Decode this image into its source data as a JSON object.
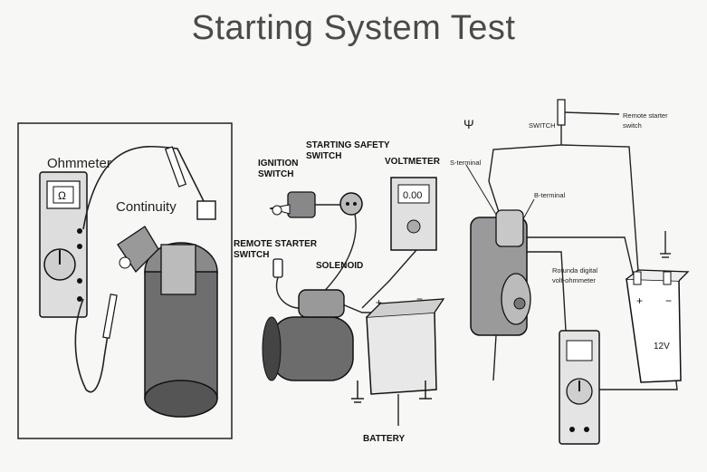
{
  "title": "Starting System Test",
  "left_panel": {
    "ohmmeter_label": "Ohmmeter",
    "continuity_label": "Continuity",
    "meter_symbol": "Ω"
  },
  "center_panel": {
    "ignition_switch_label": [
      "IGNITION",
      "SWITCH"
    ],
    "starting_safety_switch_label": [
      "STARTING SAFETY",
      "SWITCH"
    ],
    "voltmeter_label": "VOLTMETER",
    "voltmeter_display": "0.00",
    "remote_starter_switch_label": [
      "REMOTE STARTER",
      "SWITCH"
    ],
    "solenoid_label": "SOLENOID",
    "battery_label": "BATTERY",
    "battery_pos": "+",
    "battery_neg": "−"
  },
  "right_panel": {
    "switch_label": "SWITCH",
    "remote_starter_switch_label": [
      "Remote starter",
      "switch"
    ],
    "s_terminal_label": "S-terminal",
    "b_terminal_label": "B-terminal",
    "meter_label": [
      "Rotunda digital",
      "volt-ohmmeter"
    ],
    "battery_voltage": "12V",
    "battery_pos": "+",
    "battery_neg": "−",
    "key_symbol": "Ψ"
  }
}
